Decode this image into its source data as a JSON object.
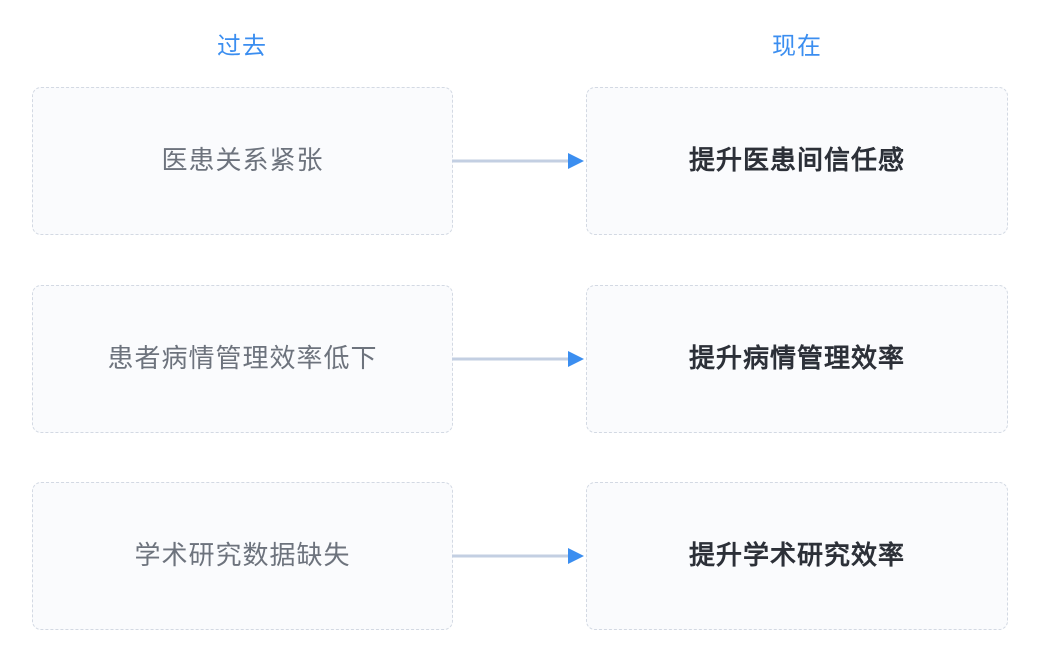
{
  "headers": {
    "left": "过去",
    "right": "现在"
  },
  "colors": {
    "header_blue": "#3b8ef0",
    "arrow_head": "#3b8ef0",
    "arrow_line": "#c3cfe2",
    "box_border": "#d3d9e3",
    "box_fill": "#fafbfd",
    "left_text": "#6d737d",
    "right_text": "#2c3038",
    "background": "#ffffff"
  },
  "rows": [
    {
      "left": "医患关系紧张",
      "right": "提升医患间信任感",
      "connector": "arrow-right-icon"
    },
    {
      "left": "患者病情管理效率低下",
      "right": "提升病情管理效率",
      "connector": "arrow-right-icon"
    },
    {
      "left": "学术研究数据缺失",
      "right": "提升学术研究效率",
      "connector": "arrow-right-icon"
    }
  ]
}
